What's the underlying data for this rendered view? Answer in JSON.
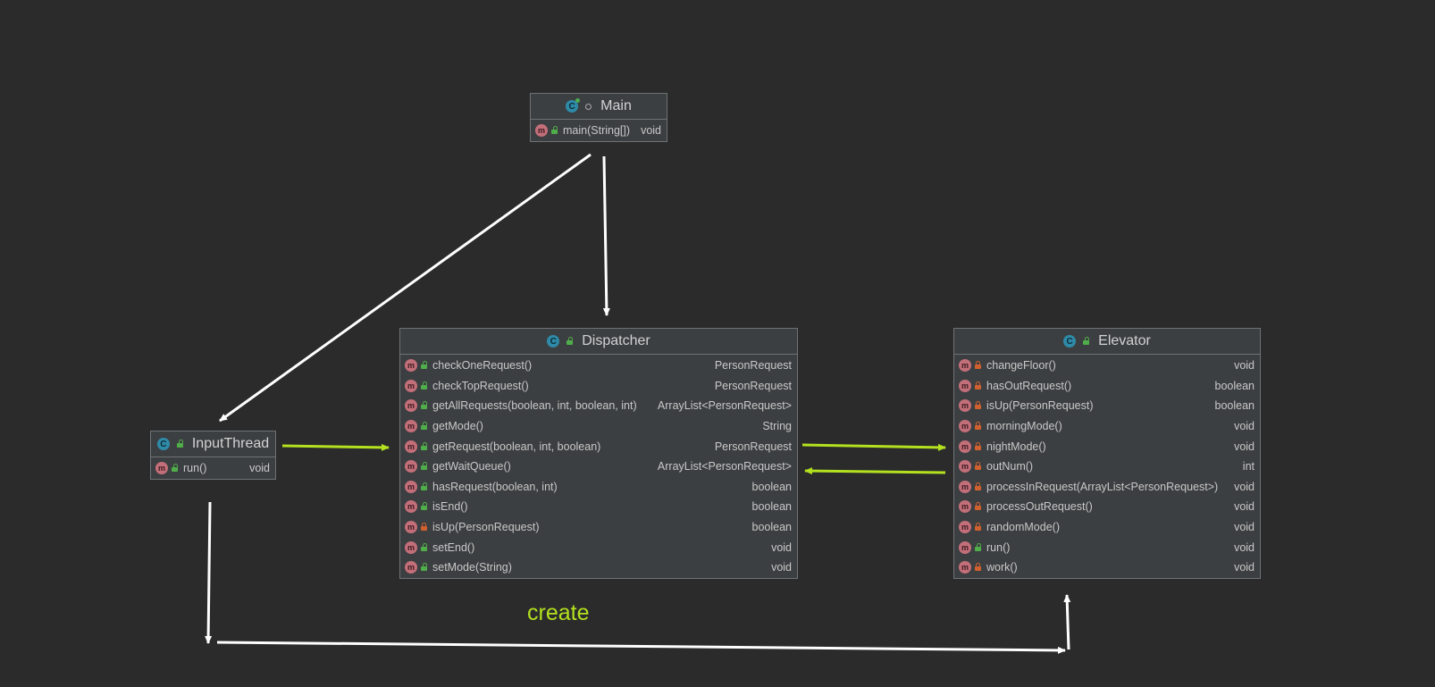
{
  "classes": {
    "main": {
      "name": "Main",
      "members": [
        {
          "name": "main(String[])",
          "type": "void",
          "access": "public"
        }
      ]
    },
    "dispatcher": {
      "name": "Dispatcher",
      "members": [
        {
          "name": "checkOneRequest()",
          "type": "PersonRequest",
          "access": "public"
        },
        {
          "name": "checkTopRequest()",
          "type": "PersonRequest",
          "access": "public"
        },
        {
          "name": "getAllRequests(boolean, int, boolean, int)",
          "type": "ArrayList<PersonRequest>",
          "access": "public"
        },
        {
          "name": "getMode()",
          "type": "String",
          "access": "public"
        },
        {
          "name": "getRequest(boolean, int, boolean)",
          "type": "PersonRequest",
          "access": "public"
        },
        {
          "name": "getWaitQueue()",
          "type": "ArrayList<PersonRequest>",
          "access": "public"
        },
        {
          "name": "hasRequest(boolean, int)",
          "type": "boolean",
          "access": "public"
        },
        {
          "name": "isEnd()",
          "type": "boolean",
          "access": "public"
        },
        {
          "name": "isUp(PersonRequest)",
          "type": "boolean",
          "access": "private"
        },
        {
          "name": "setEnd()",
          "type": "void",
          "access": "public"
        },
        {
          "name": "setMode(String)",
          "type": "void",
          "access": "public"
        }
      ]
    },
    "elevator": {
      "name": "Elevator",
      "members": [
        {
          "name": "changeFloor()",
          "type": "void",
          "access": "private"
        },
        {
          "name": "hasOutRequest()",
          "type": "boolean",
          "access": "private"
        },
        {
          "name": "isUp(PersonRequest)",
          "type": "boolean",
          "access": "private"
        },
        {
          "name": "morningMode()",
          "type": "void",
          "access": "private"
        },
        {
          "name": "nightMode()",
          "type": "void",
          "access": "private"
        },
        {
          "name": "outNum()",
          "type": "int",
          "access": "private"
        },
        {
          "name": "processInRequest(ArrayList<PersonRequest>)",
          "type": "void",
          "access": "private"
        },
        {
          "name": "processOutRequest()",
          "type": "void",
          "access": "private"
        },
        {
          "name": "randomMode()",
          "type": "void",
          "access": "private"
        },
        {
          "name": "run()",
          "type": "void",
          "access": "public"
        },
        {
          "name": "work()",
          "type": "void",
          "access": "private"
        }
      ]
    },
    "inputthread": {
      "name": "InputThread",
      "members": [
        {
          "name": "run()",
          "type": "void",
          "access": "public"
        }
      ]
    }
  },
  "label": "create",
  "colors": {
    "background": "#2b2b2b",
    "panel": "#3c3f41",
    "white_arrow": "#ffffff",
    "green_arrow": "#b3e11f",
    "label": "#b3e11f"
  }
}
